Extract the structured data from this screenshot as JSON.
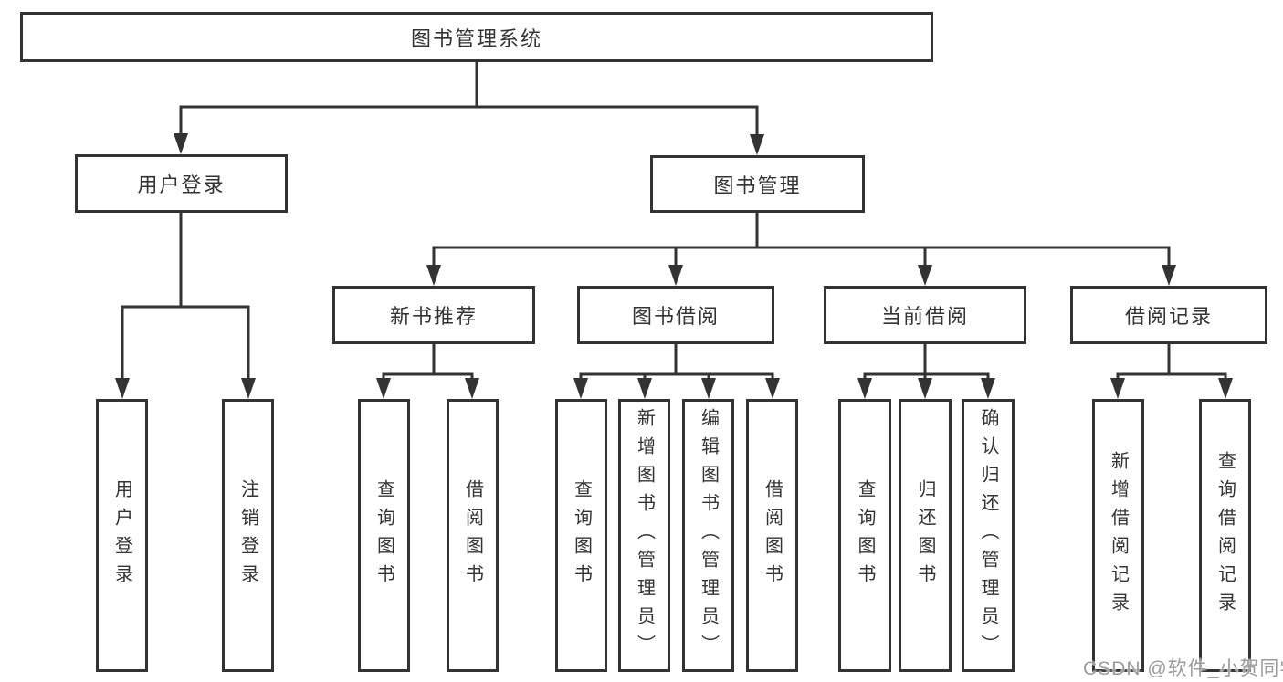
{
  "diagram": {
    "type": "hierarchy-tree",
    "watermark": "CSDN @软件_小贺同学",
    "colors": {
      "line": "#333333",
      "text": "#333333",
      "background": "#ffffff",
      "watermark": "#9c9c9c"
    },
    "tree": {
      "label": "图书管理系统",
      "children": [
        {
          "label": "用户登录",
          "children": [
            {
              "label": "用户登录"
            },
            {
              "label": "注销登录"
            }
          ]
        },
        {
          "label": "图书管理",
          "children": [
            {
              "label": "新书推荐",
              "children": [
                {
                  "label": "查询图书"
                },
                {
                  "label": "借阅图书"
                }
              ]
            },
            {
              "label": "图书借阅",
              "children": [
                {
                  "label": "查询图书"
                },
                {
                  "label": "新增图书（管理员）"
                },
                {
                  "label": "编辑图书（管理员）"
                },
                {
                  "label": "借阅图书"
                }
              ]
            },
            {
              "label": "当前借阅",
              "children": [
                {
                  "label": "查询图书"
                },
                {
                  "label": "归还图书"
                },
                {
                  "label": "确认归还（管理员）"
                }
              ]
            },
            {
              "label": "借阅记录",
              "children": [
                {
                  "label": "新增借阅记录"
                },
                {
                  "label": "查询借阅记录"
                }
              ]
            }
          ]
        }
      ]
    }
  }
}
